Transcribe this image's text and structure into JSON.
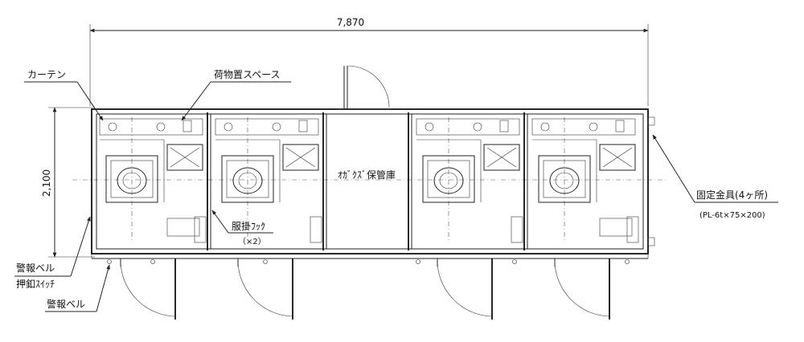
{
  "dimensions": {
    "width": "7,870",
    "depth": "2,100"
  },
  "labels": {
    "curtain": "カーテン",
    "luggage_space": "荷物置スペース",
    "storage": "ｵｶﾞｸｽﾞ保管庫",
    "hook": "服掛ﾌｯｸ",
    "hook_qty": "（×2）",
    "alarm_button_1": "警報ベル",
    "alarm_button_2": "押釦ｽｲｯﾁ",
    "alarm_bell": "警報ベル",
    "bracket": "固定金具(4ヶ所)",
    "bracket_spec": "(PL-6t×75×200)"
  },
  "rooms": [
    {
      "id": "toilet-1"
    },
    {
      "id": "toilet-2"
    },
    {
      "id": "storage"
    },
    {
      "id": "toilet-3"
    },
    {
      "id": "toilet-4"
    }
  ]
}
